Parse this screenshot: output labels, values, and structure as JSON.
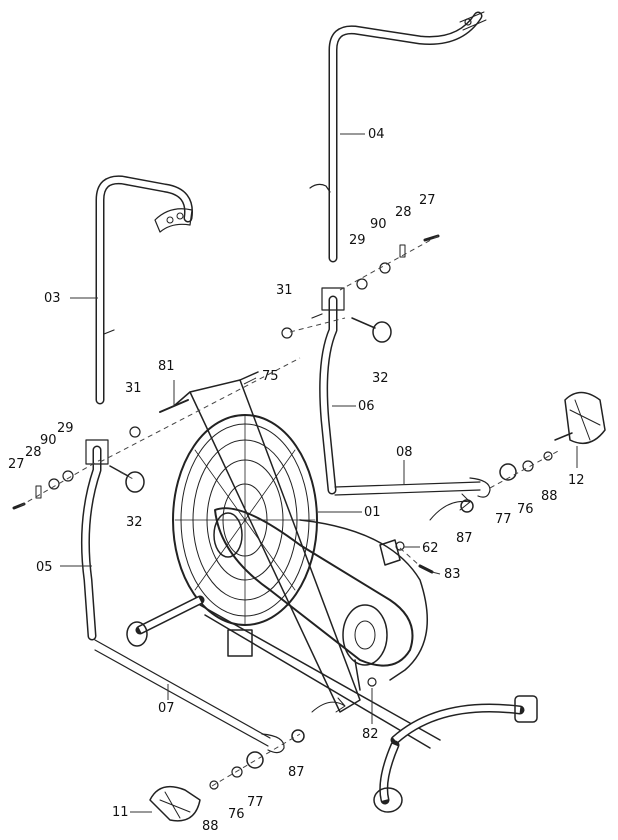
{
  "parts": [
    {
      "id": "p01",
      "label": "01"
    },
    {
      "id": "p03",
      "label": "03"
    },
    {
      "id": "p04",
      "label": "04"
    },
    {
      "id": "p05",
      "label": "05"
    },
    {
      "id": "p06",
      "label": "06"
    },
    {
      "id": "p07",
      "label": "07"
    },
    {
      "id": "p08",
      "label": "08"
    },
    {
      "id": "p11",
      "label": "11"
    },
    {
      "id": "p12",
      "label": "12"
    },
    {
      "id": "p27a",
      "label": "27"
    },
    {
      "id": "p27b",
      "label": "27"
    },
    {
      "id": "p28a",
      "label": "28"
    },
    {
      "id": "p28b",
      "label": "28"
    },
    {
      "id": "p29a",
      "label": "29"
    },
    {
      "id": "p29b",
      "label": "29"
    },
    {
      "id": "p90a",
      "label": "90"
    },
    {
      "id": "p90b",
      "label": "90"
    },
    {
      "id": "p31a",
      "label": "31"
    },
    {
      "id": "p31b",
      "label": "31"
    },
    {
      "id": "p32a",
      "label": "32"
    },
    {
      "id": "p32b",
      "label": "32"
    },
    {
      "id": "p62",
      "label": "62"
    },
    {
      "id": "p75",
      "label": "75"
    },
    {
      "id": "p76a",
      "label": "76"
    },
    {
      "id": "p76b",
      "label": "76"
    },
    {
      "id": "p77a",
      "label": "77"
    },
    {
      "id": "p77b",
      "label": "77"
    },
    {
      "id": "p81",
      "label": "81"
    },
    {
      "id": "p82",
      "label": "82"
    },
    {
      "id": "p83",
      "label": "83"
    },
    {
      "id": "p87a",
      "label": "87"
    },
    {
      "id": "p87b",
      "label": "87"
    },
    {
      "id": "p88a",
      "label": "88"
    },
    {
      "id": "p88b",
      "label": "88"
    }
  ]
}
